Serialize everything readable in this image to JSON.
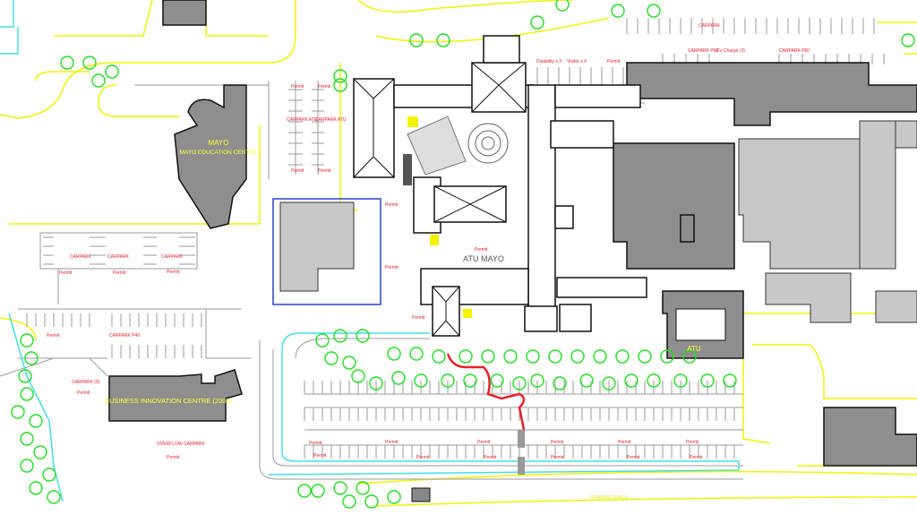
{
  "map": {
    "buildings": {
      "mayo_education_centre": "MAYO EDUCATION CENTRE",
      "atu_mayo": "ATU MAYO",
      "atu": "ATU",
      "business_innovation_centre": "BUSINESS INNOVATION CENTRE (2005)"
    },
    "labels": {
      "carpark": "CARPARK",
      "permit": "Permit",
      "carpark_p50": "CARPARK P50",
      "ev_charge": "EV Charge (3)",
      "disability": "Disability x 3",
      "visitor": "Visitor x 4",
      "carpark_atu": "CARPARK ATU",
      "carpark_9": "CARPARK (9)",
      "carpark_p40": "CARPARK P40",
      "overflow_carpark": "OVERFLOW CARPARK",
      "running_track": "RUNNING TRACK"
    },
    "colors": {
      "building": "#8e8e8e",
      "trees": "#22dd22",
      "boundary": "#f2f200",
      "labels": "#e8202a",
      "route": "#e8202a",
      "paths": "#44dde8",
      "site_outline": "#2244cc"
    }
  }
}
